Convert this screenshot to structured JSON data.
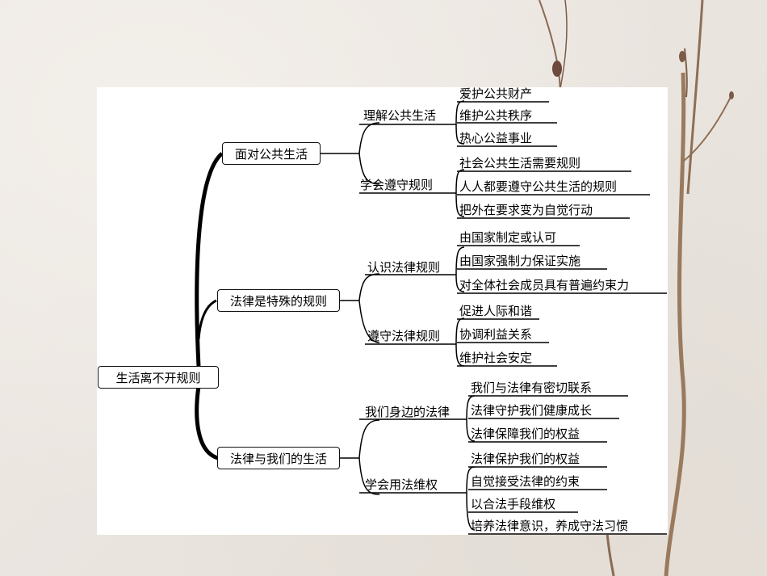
{
  "root": "生活离不开规则",
  "level1": [
    "面对公共生活",
    "法律是特殊的规则",
    "法律与我们的生活"
  ],
  "level2": [
    "理解公共生活",
    "学会遵守规则",
    "认识法律规则",
    "遵守法律规则",
    "我们身边的法律",
    "学会用法维权"
  ],
  "leaves": [
    "爱护公共财产",
    "维护公共秩序",
    "热心公益事业",
    "社会公共生活需要规则",
    "人人都要遵守公共生活的规则",
    "把外在要求变为自觉行动",
    "由国家制定或认可",
    "由国家强制力保证实施",
    "对全体社会成员具有普遍约束力",
    "促进人际和谐",
    "协调利益关系",
    "维护社会安定",
    "我们与法律有密切联系",
    "法律守护我们健康成长",
    "法律保障我们的权益",
    "法律保护我们的权益",
    "自觉接受法律的约束",
    "以合法手段维权",
    "培养法律意识，养成守法习惯"
  ]
}
